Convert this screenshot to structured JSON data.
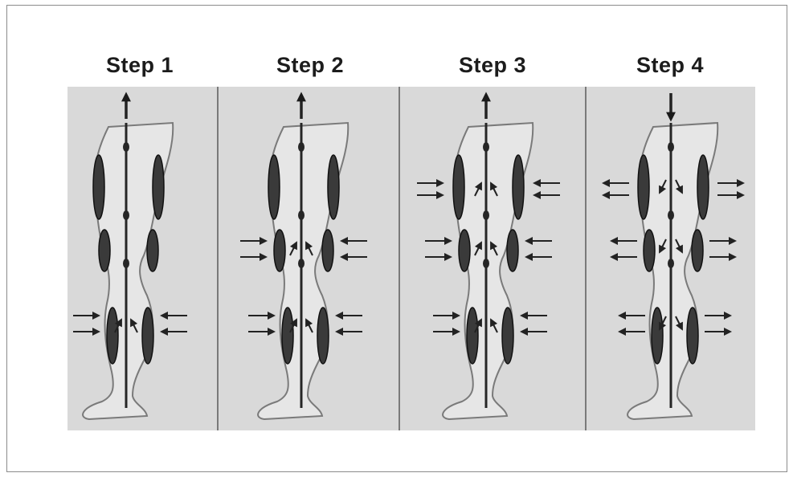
{
  "steps": [
    {
      "title": "Step 1",
      "top_arrow": "up",
      "pressure": [
        "calf"
      ]
    },
    {
      "title": "Step 2",
      "top_arrow": "up",
      "pressure": [
        "knee",
        "calf"
      ]
    },
    {
      "title": "Step 3",
      "top_arrow": "up",
      "pressure": [
        "thigh",
        "knee",
        "calf"
      ]
    },
    {
      "title": "Step 4",
      "top_arrow": "down",
      "pressure": [
        "thigh",
        "knee",
        "calf"
      ],
      "release": true
    }
  ],
  "colors": {
    "panel": "#d9d9d9",
    "ink": "#262626",
    "cuff": "#3a3a3a",
    "divider": "#5a5a5a"
  }
}
